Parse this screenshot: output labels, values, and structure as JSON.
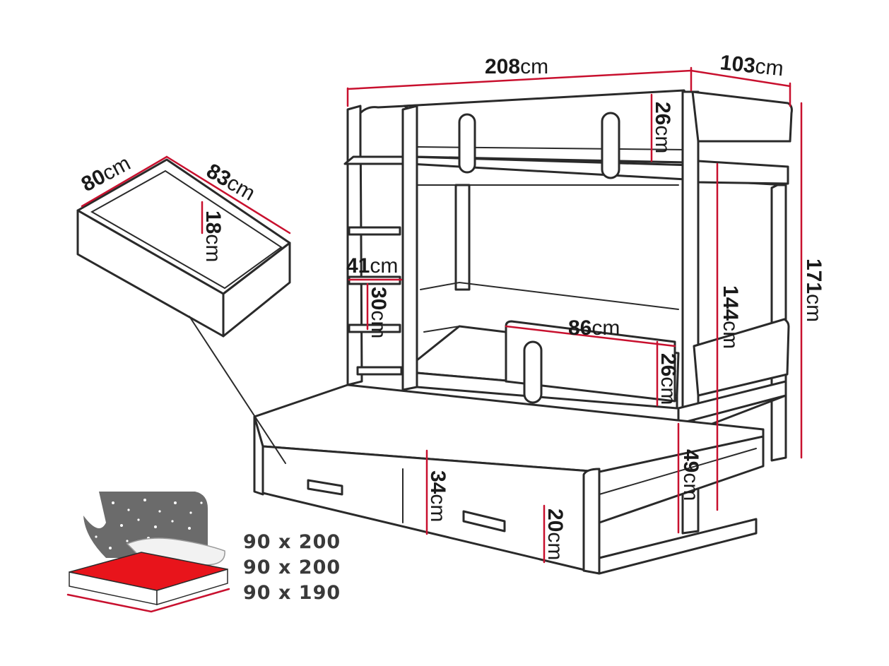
{
  "dimensions": {
    "bed_length": {
      "value": "208",
      "unit": "cm"
    },
    "bed_depth": {
      "value": "103",
      "unit": "cm"
    },
    "top_guard_height": {
      "value": "26",
      "unit": "cm"
    },
    "total_height": {
      "value": "171",
      "unit": "cm"
    },
    "under_top_clearance": {
      "value": "144",
      "unit": "cm"
    },
    "ladder_width": {
      "value": "41",
      "unit": "cm"
    },
    "ladder_step": {
      "value": "30",
      "unit": "cm"
    },
    "lower_guard_length": {
      "value": "86",
      "unit": "cm"
    },
    "lower_guard_height": {
      "value": "26",
      "unit": "cm"
    },
    "lower_bed_height": {
      "value": "49",
      "unit": "cm"
    },
    "trundle_height": {
      "value": "34",
      "unit": "cm"
    },
    "drawer_front_height": {
      "value": "20",
      "unit": "cm"
    },
    "drawer_width": {
      "value": "80",
      "unit": "cm"
    },
    "drawer_length": {
      "value": "83",
      "unit": "cm"
    },
    "drawer_depth": {
      "value": "18",
      "unit": "cm"
    }
  },
  "mattress_sizes": [
    "90 x 200",
    "90 x 200",
    "90 x 190"
  ],
  "colors": {
    "dimension_line": "#c8102e",
    "outline": "#2a2a2a",
    "mattress": "#e8141b",
    "night_sky": "#6b6b6b"
  },
  "icons": [
    "drawer-detail",
    "mattress-icon",
    "night-sky-stars"
  ]
}
